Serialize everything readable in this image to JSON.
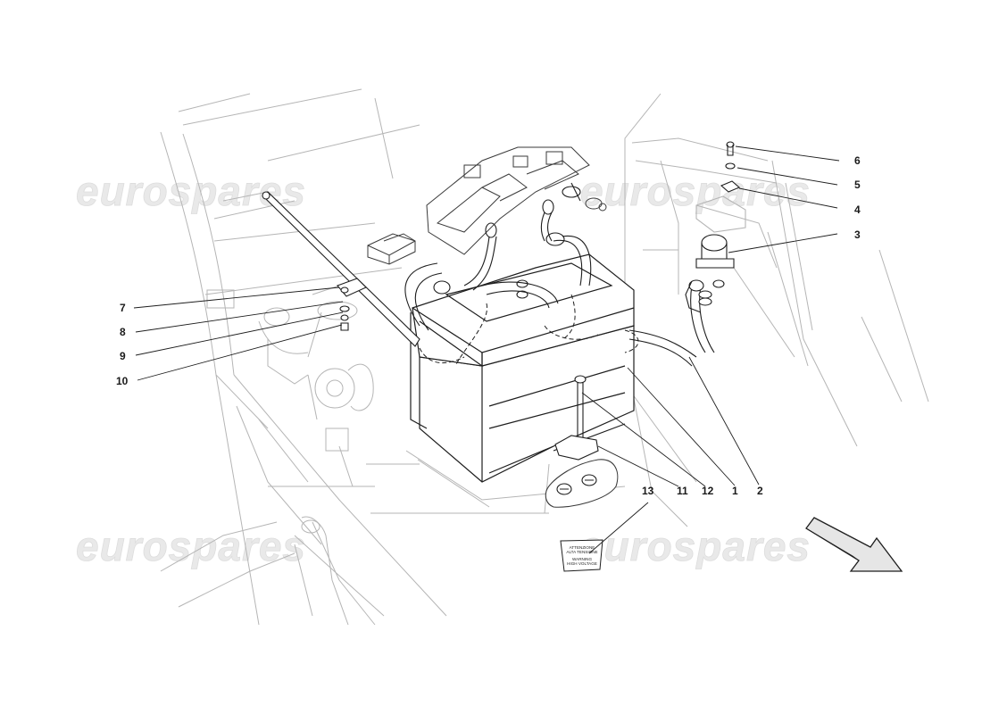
{
  "watermark": {
    "text": "eurospares"
  },
  "callouts": [
    {
      "id": "1",
      "label": "1"
    },
    {
      "id": "2",
      "label": "2"
    },
    {
      "id": "3",
      "label": "3"
    },
    {
      "id": "4",
      "label": "4"
    },
    {
      "id": "5",
      "label": "5"
    },
    {
      "id": "6",
      "label": "6"
    },
    {
      "id": "7",
      "label": "7"
    },
    {
      "id": "8",
      "label": "8"
    },
    {
      "id": "9",
      "label": "9"
    },
    {
      "id": "10",
      "label": "10"
    },
    {
      "id": "11",
      "label": "11"
    },
    {
      "id": "12",
      "label": "12"
    },
    {
      "id": "13",
      "label": "13"
    }
  ],
  "warning_sign": {
    "line1": "ATTENZIONE",
    "line2": "ALTA TENSIONE",
    "line3": "WARNING",
    "line4": "HIGH VOLTAGE"
  }
}
